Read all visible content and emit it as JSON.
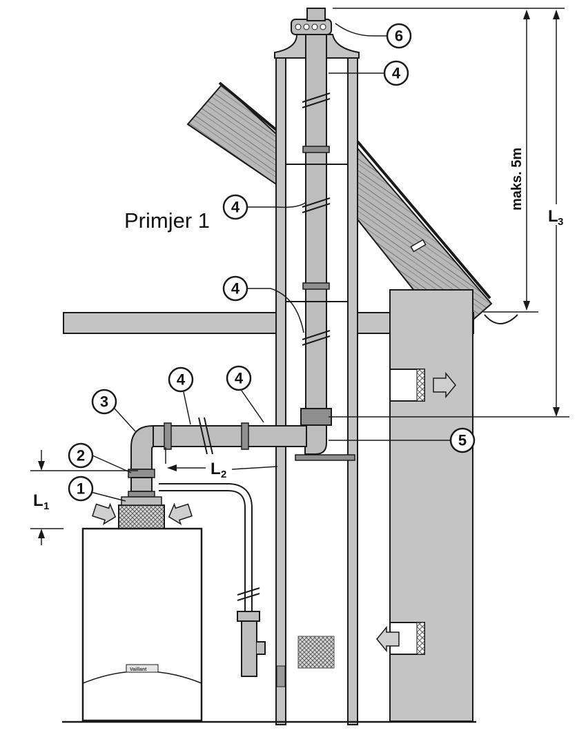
{
  "title": "Primjer 1",
  "labels": {
    "n1": "1",
    "n2": "2",
    "n3": "3",
    "n4": "4",
    "n5": "5",
    "n6": "6",
    "max_height": "maks. 5m",
    "l1_main": "L",
    "l1_sub": "1",
    "l2_main": "L",
    "l2_sub": "2",
    "l3_main": "L",
    "l3_sub": "3",
    "brand": "Vaillant"
  },
  "colors": {
    "pipe": "#bdbdbd",
    "pipe_dark": "#8f8f8f",
    "wall": "#c4c4c4",
    "outline": "#1a1a1a",
    "background": "#ffffff"
  }
}
